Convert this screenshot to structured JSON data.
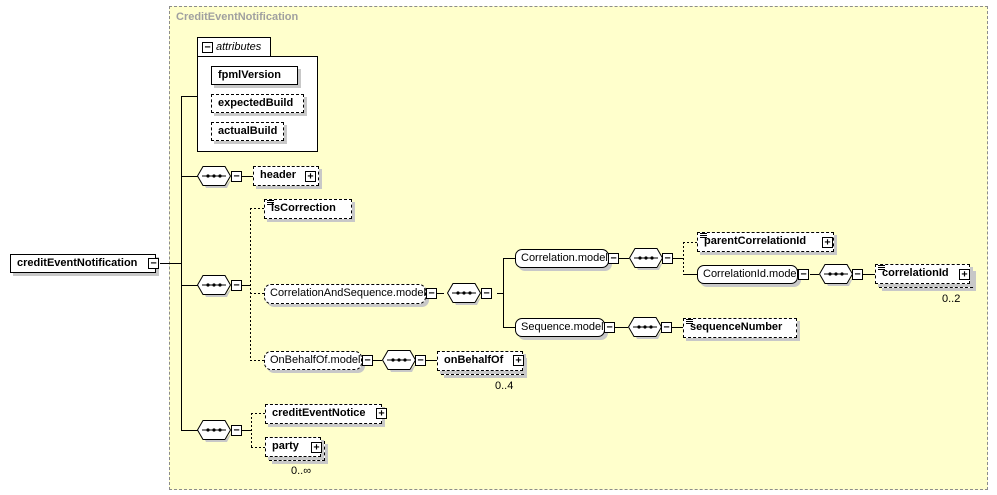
{
  "complex_type": {
    "name": "CreditEventNotification"
  },
  "attributes": {
    "label": "attributes",
    "items": [
      "fpmlVersion",
      "expectedBuild",
      "actualBuild"
    ]
  },
  "root": {
    "name": "creditEventNotification"
  },
  "elements": {
    "header": "header",
    "is_correction": "isCorrection",
    "parent_correlation_id": "parentCorrelationId",
    "correlation_id": "correlationId",
    "sequence_number": "sequenceNumber",
    "on_behalf_of": "onBehalfOf",
    "credit_event_notice": "creditEventNotice",
    "party": "party"
  },
  "groups": {
    "correlation_and_sequence": "CorrelationAndSequence.model",
    "correlation": "Correlation.model",
    "correlation_id": "CorrelationId.model",
    "sequence": "Sequence.model",
    "on_behalf_of": "OnBehalfOf.model"
  },
  "cardinalities": {
    "correlation_id": "0..2",
    "on_behalf_of": "0..4",
    "party": "0..∞"
  },
  "symbols": {
    "expand": "+",
    "collapse": "−"
  }
}
